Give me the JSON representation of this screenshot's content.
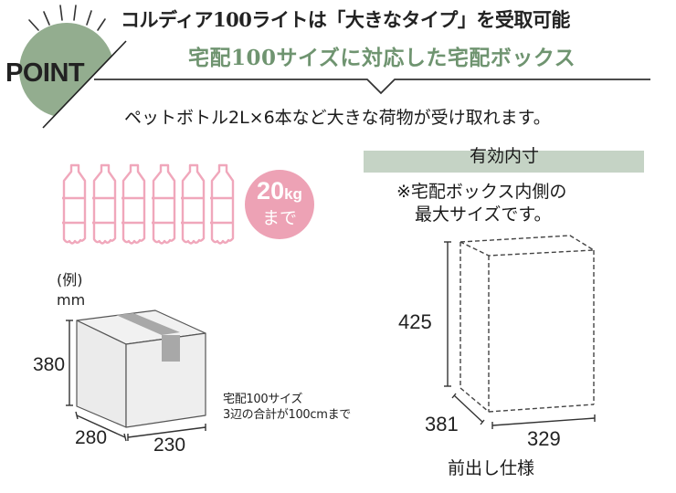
{
  "header": {
    "badge_label": "POINT",
    "headline": "コルディア100ライトは「大きなタイプ」を受取可能",
    "subheadline": "宅配100サイズに対応した宅配ボックス",
    "lead": "ペットボトル2L×6本など大きな荷物が受け取れます。"
  },
  "capacity": {
    "bottle_count": 6,
    "bottle_icon": "pet-bottle-icon",
    "weight_value": "20",
    "weight_unit": "kg",
    "weight_suffix": "まで"
  },
  "example_box": {
    "label_line1": "(例)",
    "label_line2": "mm",
    "height": "380",
    "depth": "280",
    "width": "230",
    "note_line1": "宅配100サイズ",
    "note_line2": "3辺の合計が100cmまで"
  },
  "inner_dimensions": {
    "title": "有効内寸",
    "note_line1": "※宅配ボックス内側の",
    "note_line2": "最大サイズです。",
    "height": "425",
    "depth": "381",
    "width": "329",
    "caption": "前出し仕様"
  },
  "colors": {
    "accent_green": "#6f9470",
    "circle_green": "#93ad8f",
    "bar_green": "#c5d3c5",
    "pink": "#eda2b5",
    "box_gray": "#efefef",
    "tape_gray": "#a8a8a8",
    "text": "#222222"
  }
}
